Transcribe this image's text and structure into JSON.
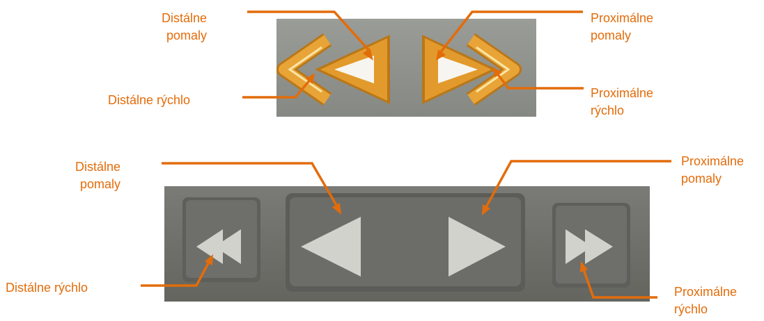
{
  "top_panel": {
    "labels": {
      "distal_slow": "Distálne\npomaly",
      "distal_fast": "Distálne rýchlo",
      "proximal_slow": "Proximálne\npomaly",
      "proximal_fast": "Proximálne\nrýchlo"
    }
  },
  "bottom_panel": {
    "labels": {
      "distal_slow": "Distálne\npomaly",
      "distal_fast": "Distálne rýchlo",
      "proximal_slow": "Proximálne\npomaly",
      "proximal_fast": "Proximálne\nrýchlo"
    }
  },
  "colors": {
    "label": "#e36c0a",
    "arrow_line": "#e36c0a",
    "top_panel_bg": "#8f918c",
    "top_button": "#e29a2c",
    "bottom_panel_bg": "#6f706b",
    "bottom_button": "#6a6b66",
    "bottom_icon": "#d2d2cc"
  }
}
